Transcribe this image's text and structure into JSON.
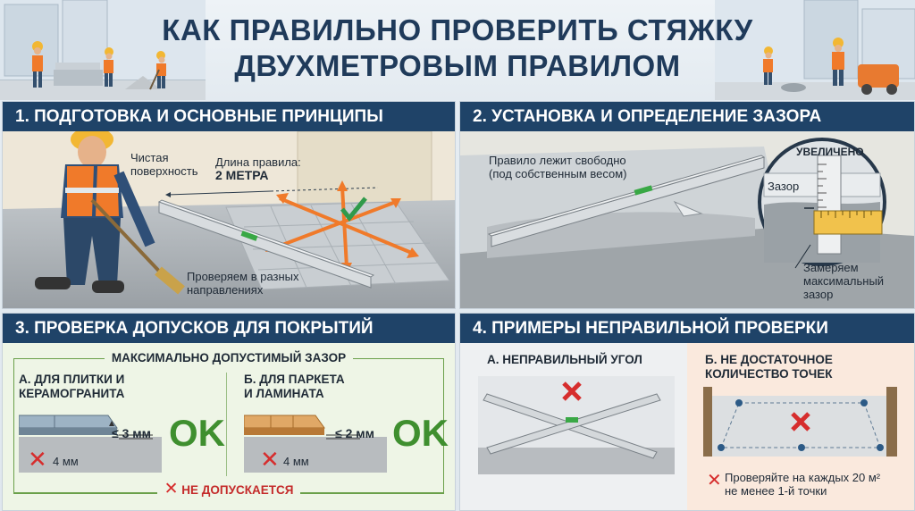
{
  "title": {
    "line1": "КАК ПРАВИЛЬНО ПРОВЕРИТЬ СТЯЖКУ",
    "line2": "ДВУХМЕТРОВЫМ ПРАВИЛОМ"
  },
  "panel1": {
    "header": "1. ПОДГОТОВКА И ОСНОВНЫЕ ПРИНЦИПЫ",
    "clean_surface": [
      "Чистая",
      "поверхность"
    ],
    "rule_length_label": "Длина правила:",
    "rule_length_value": "2 МЕТРА",
    "directions": [
      "Проверяем в разных",
      "направлениях"
    ]
  },
  "panel2": {
    "header": "2. УСТАНОВКА И ОПРЕДЕЛЕНИЕ ЗАЗОРА",
    "free_lying": [
      "Правило лежит свободно",
      "(под собственным весом)"
    ],
    "zoomed": "УВЕЛИЧЕНО",
    "gap": "Зазор",
    "measure": [
      "Замеряем",
      "максимальный",
      "зазор"
    ]
  },
  "panel3": {
    "header": "3. ПРОВЕРКА ДОПУСКОВ ДЛЯ ПОКРЫТИЙ",
    "max_gap": "МАКСИМАЛЬНО ДОПУСТИМЫЙ ЗАЗОР",
    "a_title": [
      "А. ДЛЯ ПЛИТКИ И",
      "КЕРАМОГРАНИТА"
    ],
    "a_tolerance": "≤ 3 мм",
    "a_bad": "4 мм",
    "b_title": [
      "Б. ДЛЯ ПАРКЕТА",
      "И ЛАМИНАТА"
    ],
    "b_tolerance": "≤ 2 мм",
    "b_bad": "4 мм",
    "ok": "OK",
    "not_allowed": "НЕ ДОПУСКАЕТСЯ"
  },
  "panel4": {
    "header": "4. ПРИМЕРЫ НЕПРАВИЛЬНОЙ ПРОВЕРКИ",
    "a_title": "А. НЕПРАВИЛЬНЫЙ УГОЛ",
    "b_title": [
      "Б. НЕ ДОСТАТОЧНОЕ",
      "КОЛИЧЕСТВО ТОЧЕК"
    ],
    "b_note": [
      "Проверяйте на каждых 20 м²",
      "не менее 1-й точки"
    ]
  },
  "colors": {
    "header_blue": "#1f4368",
    "ok_green": "#3f8f2f",
    "error_red": "#d62d2d",
    "arrow_orange": "#f07a2a",
    "level_green": "#39a845"
  },
  "icons": [
    "worker-figure",
    "check-icon",
    "cross-icon",
    "level-bubble-icon",
    "magnifier-circle",
    "ruler-icon"
  ]
}
